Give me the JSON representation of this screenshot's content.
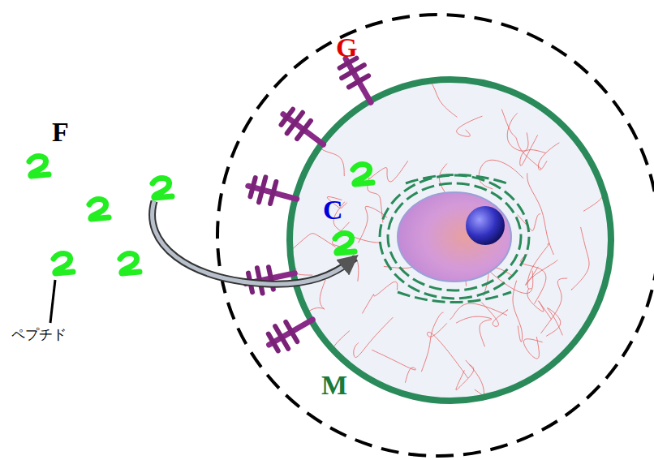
{
  "diagram": {
    "labels": [
      "G",
      "F",
      "C",
      "M",
      "ペプチド"
    ]
  }
}
